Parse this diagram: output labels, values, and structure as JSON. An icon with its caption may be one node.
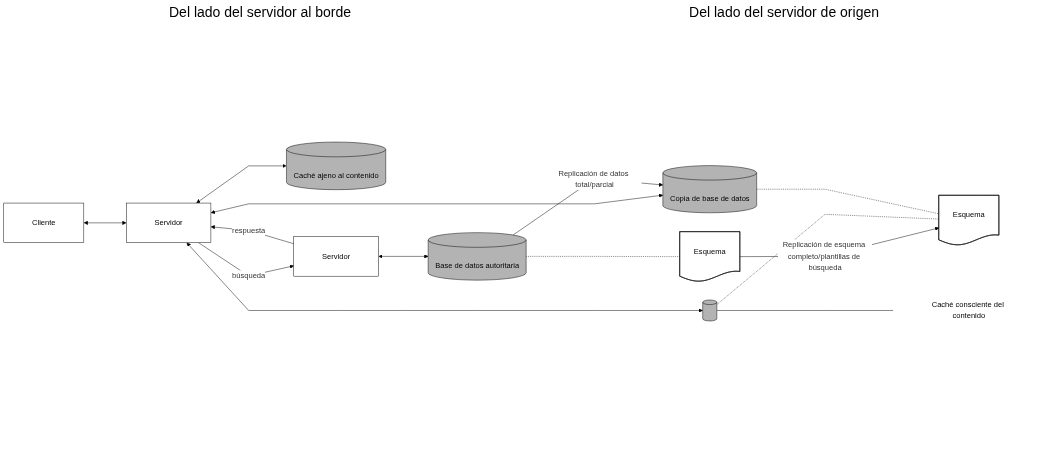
{
  "diagram": {
    "nodes": [
      {
        "text": [
          "Cliente"
        ]
      },
      {
        "text": [
          "Servidor"
        ]
      },
      {
        "text": [
          "Servidor"
        ]
      },
      {
        "text": [
          "Caché ajeno al contenido"
        ]
      },
      {
        "text": [],
        "shape": "cylinder"
      },
      {
        "text": [
          "Copia de base de datos"
        ]
      },
      {
        "text": [
          "Base de datos autoritaria"
        ]
      },
      {
        "text": [
          "Esquema"
        ]
      },
      {
        "text": [
          "Esquema"
        ]
      },
      {
        "text": [
          "Caché consciente del contenido"
        ]
      }
    ],
    "edges": [
      {
        "from": 0,
        "to": 1,
        "arrow": "both"
      },
      {
        "from": 1,
        "to": 2,
        "arrow": "to",
        "label": "búsqueda"
      },
      {
        "from": 2,
        "to": 1,
        "arrow": "to",
        "label": "respuesta"
      },
      {
        "from": 1,
        "to": 3,
        "arrow": "both"
      },
      {
        "from": 1,
        "to": 4,
        "arrow": "both"
      },
      {
        "from": 1,
        "to": 5,
        "arrow": "both"
      },
      {
        "from": 2,
        "to": 6,
        "arrow": "both"
      },
      {
        "from": 6,
        "to": 5,
        "arrow": "to",
        "label": "Replicación de datos total/parcial"
      },
      {
        "from": 8,
        "to": 7,
        "arrow": "to",
        "label": "Replicación de esquema completo/plantillas de búsqueda"
      },
      {
        "from": 4,
        "to": 9,
        "arrow": "none"
      },
      {
        "from": 4,
        "to": 7,
        "arrow": "none",
        "style": "dashed"
      },
      {
        "from": 5,
        "to": 7,
        "arrow": "none",
        "style": "dashed"
      },
      {
        "from": 6,
        "to": 8,
        "arrow": "none",
        "style": "dashed"
      }
    ],
    "labels": [
      "Del lado del servidor al borde",
      "Del lado del servidor de origen"
    ]
  }
}
